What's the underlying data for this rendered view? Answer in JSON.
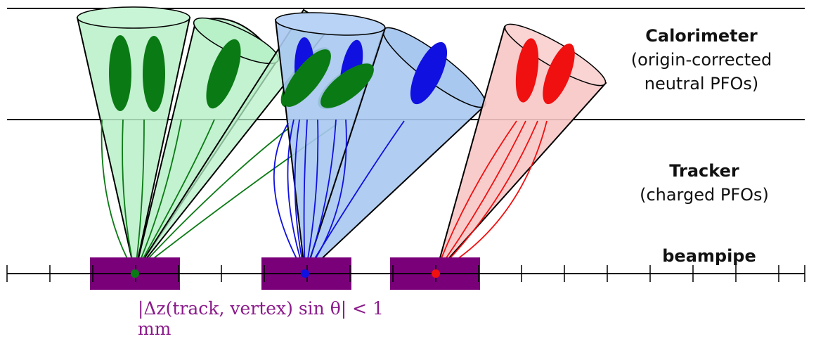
{
  "labels": {
    "calorimeter": "Calorimeter",
    "calorimeter_sub1": "(origin-corrected",
    "calorimeter_sub2": "neutral PFOs)",
    "tracker": "Tracker",
    "tracker_sub": "(charged PFOs)",
    "beampipe": "beampipe",
    "condition": "|Δz(track, vertex) sin θ| < 1 mm"
  },
  "colors": {
    "green_fill": "#b8f0c8",
    "green_dark": "#0a7a14",
    "blue_fill": "#a9c8f0",
    "blue_dark": "#1010e0",
    "red_fill": "#f8c6c6",
    "red_dark": "#f01010",
    "vertex_box": "#7a007a",
    "line": "#000000"
  },
  "vertices": [
    {
      "group": "green"
    },
    {
      "group": "blue"
    },
    {
      "group": "red"
    }
  ]
}
